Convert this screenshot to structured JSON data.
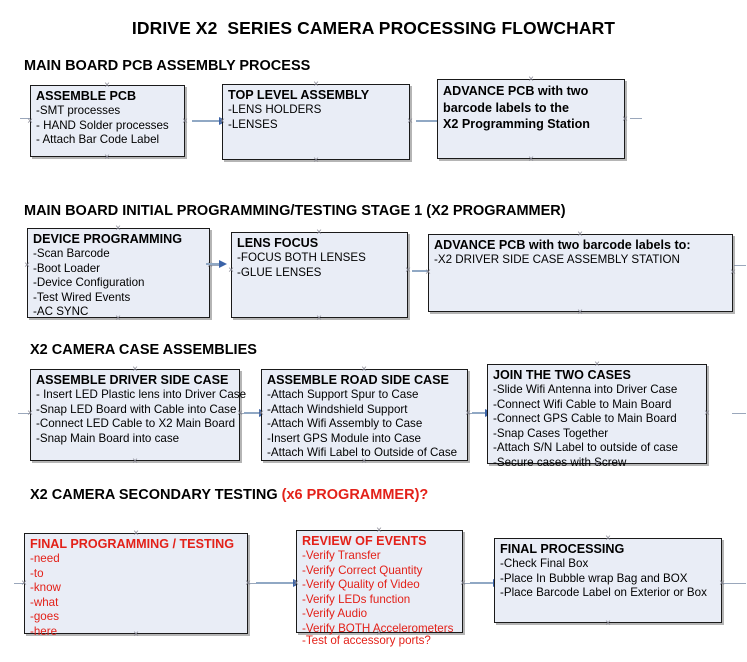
{
  "document": {
    "title": "IDRIVE X2  SERIES CAMERA PROCESSING FLOWCHART"
  },
  "sections": [
    {
      "id": "main-board-pcb-assembly-process",
      "heading": "MAIN BOARD PCB ASSEMBLY PROCESS",
      "heading_accent": "",
      "boxes": [
        {
          "id": "assemble-pcb",
          "title": "ASSEMBLE PCB",
          "lines": [
            "-SMT processes",
            "- HAND Solder processes",
            "- Attach Bar Code Label"
          ],
          "style": "normal"
        },
        {
          "id": "top-level-assembly",
          "title": "TOP LEVEL ASSEMBLY",
          "lines": [
            "-LENS HOLDERS",
            "-LENSES"
          ],
          "style": "normal"
        },
        {
          "id": "advance-pcb-to-programming-station",
          "title": "",
          "lines": [
            "ADVANCE PCB with two",
            "barcode labels to the",
            " X2 Programming Station"
          ],
          "style": "allbold"
        }
      ]
    },
    {
      "id": "main-board-initial-programming",
      "heading": "MAIN BOARD INITIAL PROGRAMMING/TESTING STAGE 1 (X2 PROGRAMMER)",
      "heading_accent": "",
      "boxes": [
        {
          "id": "device-programming",
          "title": "DEVICE PROGRAMMING",
          "lines": [
            "-Scan Barcode",
            "-Boot Loader",
            "-Device Configuration",
            "-Test Wired Events",
            "-AC SYNC"
          ],
          "style": "normal"
        },
        {
          "id": "lens-focus",
          "title": "LENS FOCUS",
          "lines": [
            "-FOCUS BOTH LENSES",
            "-GLUE LENSES"
          ],
          "style": "normal"
        },
        {
          "id": "advance-pcb-to-driver-side-case-station",
          "title": "ADVANCE PCB with two barcode labels to:",
          "lines": [
            "-X2 DRIVER  SIDE  CASE  ASSEMBLY STATION"
          ],
          "style": "normal"
        }
      ]
    },
    {
      "id": "x2-camera-case-assemblies",
      "heading": "X2 CAMERA CASE ASSEMBLIES",
      "heading_accent": "",
      "boxes": [
        {
          "id": "assemble-driver-side-case",
          "title": "ASSEMBLE DRIVER SIDE CASE",
          "lines": [
            "- Insert LED Plastic lens into Driver Case",
            "-Snap LED Board with Cable into Case",
            "-Connect LED Cable to X2 Main Board",
            "-Snap Main Board into case"
          ],
          "style": "normal"
        },
        {
          "id": "assemble-road-side-case",
          "title": "ASSEMBLE ROAD SIDE CASE",
          "lines": [
            "-Attach Support Spur to Case",
            "-Attach Windshield Support",
            "-Attach Wifi Assembly to Case",
            "-Insert GPS Module into Case",
            "-Attach Wifi Label to Outside of Case"
          ],
          "style": "normal"
        },
        {
          "id": "join-the-two-cases",
          "title": "JOIN THE TWO CASES",
          "lines": [
            "-Slide Wifi Antenna into Driver Case",
            "-Connect Wifi Cable to Main Board",
            "-Connect GPS Cable to Main Board",
            "-Snap Cases Together",
            "-Attach S/N Label to outside of case",
            "-Secure cases with Screw"
          ],
          "style": "normal"
        }
      ]
    },
    {
      "id": "x2-camera-secondary-testing",
      "heading": "X2 CAMERA SECONDARY TESTING ",
      "heading_accent": "(x6 PROGRAMMER)?",
      "boxes": [
        {
          "id": "final-programming-testing",
          "title": "FINAL PROGRAMMING / TESTING",
          "lines": [
            "-need",
            "-to",
            "-know",
            "-what",
            "-goes",
            "-here"
          ],
          "style": "red"
        },
        {
          "id": "review-of-events",
          "title": "REVIEW OF EVENTS",
          "lines": [
            "-Verify Transfer",
            "-Verify Correct Quantity",
            "-Verify Quality of Video",
            "-Verify LEDs function",
            "-Verify Audio",
            "-Verify BOTH Accelerometers"
          ],
          "overflow_line": "-Test of accessory ports?",
          "style": "red"
        },
        {
          "id": "final-processing",
          "title": "FINAL PROCESSING",
          "lines": [
            " -Check Final Box",
            "-Place In Bubble wrap Bag and BOX",
            "-Place Barcode Label on Exterior or Box"
          ],
          "style": "normal"
        }
      ]
    }
  ],
  "colors": {
    "box_fill": "#e9edf6",
    "box_border": "#1a1a1a",
    "accent_red": "#e32119",
    "connector_line": "#90a8c4",
    "connector_head": "#3b63a8",
    "handle": "#8a8a96"
  }
}
